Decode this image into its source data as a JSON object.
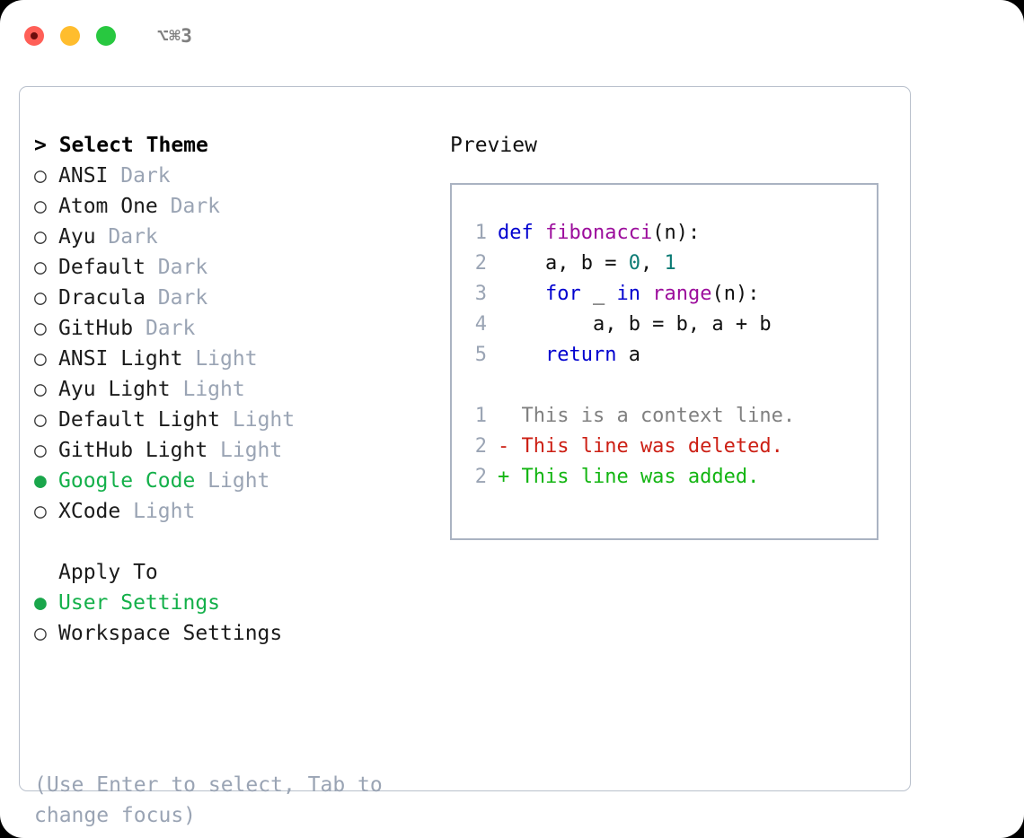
{
  "titlebar": {
    "buttons": [
      {
        "name": "close",
        "color": "#ff5f57"
      },
      {
        "name": "minimize",
        "color": "#ffbd2e"
      },
      {
        "name": "zoom",
        "color": "#28c840"
      }
    ],
    "shortcut": "⌥⌘3"
  },
  "theme_picker": {
    "header": "> Select Theme",
    "items": [
      {
        "marker": "○ ",
        "name": "ANSI",
        "variant": "Dark",
        "selected": false
      },
      {
        "marker": "○ ",
        "name": "Atom One",
        "variant": "Dark",
        "selected": false
      },
      {
        "marker": "○ ",
        "name": "Ayu",
        "variant": "Dark",
        "selected": false
      },
      {
        "marker": "○ ",
        "name": "Default",
        "variant": "Dark",
        "selected": false
      },
      {
        "marker": "○ ",
        "name": "Dracula",
        "variant": "Dark",
        "selected": false
      },
      {
        "marker": "○ ",
        "name": "GitHub",
        "variant": "Dark",
        "selected": false
      },
      {
        "marker": "○ ",
        "name": "ANSI Light",
        "variant": "Light",
        "selected": false
      },
      {
        "marker": "○ ",
        "name": "Ayu Light",
        "variant": "Light",
        "selected": false
      },
      {
        "marker": "○ ",
        "name": "Default Light",
        "variant": "Light",
        "selected": false
      },
      {
        "marker": "○ ",
        "name": "GitHub Light",
        "variant": "Light",
        "selected": false
      },
      {
        "marker": "● ",
        "name": "Google Code",
        "variant": "Light",
        "selected": true
      },
      {
        "marker": "○ ",
        "name": "XCode",
        "variant": "Light",
        "selected": false
      }
    ]
  },
  "apply_to": {
    "header": "Apply To",
    "items": [
      {
        "marker": "● ",
        "name": "User Settings",
        "selected": true
      },
      {
        "marker": "○ ",
        "name": "Workspace Settings",
        "selected": false
      }
    ]
  },
  "hint": "(Use Enter to select, Tab to change focus)",
  "preview": {
    "title": "Preview",
    "code_lines": [
      {
        "num": "1",
        "tokens": [
          {
            "t": "def",
            "c": "kw"
          },
          {
            "t": " ",
            "c": "pl"
          },
          {
            "t": "fibonacci",
            "c": "fn"
          },
          {
            "t": "(n):",
            "c": "pl"
          }
        ]
      },
      {
        "num": "2",
        "tokens": [
          {
            "t": "    a, b = ",
            "c": "pl"
          },
          {
            "t": "0",
            "c": "num"
          },
          {
            "t": ", ",
            "c": "pl"
          },
          {
            "t": "1",
            "c": "num"
          }
        ]
      },
      {
        "num": "3",
        "tokens": [
          {
            "t": "    ",
            "c": "pl"
          },
          {
            "t": "for",
            "c": "kw"
          },
          {
            "t": " _ ",
            "c": "pl"
          },
          {
            "t": "in",
            "c": "kw"
          },
          {
            "t": " ",
            "c": "pl"
          },
          {
            "t": "range",
            "c": "fn"
          },
          {
            "t": "(n):",
            "c": "pl"
          }
        ]
      },
      {
        "num": "4",
        "tokens": [
          {
            "t": "        a, b = b, a + b",
            "c": "pl"
          }
        ]
      },
      {
        "num": "5",
        "tokens": [
          {
            "t": "    ",
            "c": "pl"
          },
          {
            "t": "return",
            "c": "kw"
          },
          {
            "t": " a",
            "c": "pl"
          }
        ]
      }
    ],
    "diff_lines": [
      {
        "num": "1",
        "text": "  This is a context line.",
        "kind": "ctx"
      },
      {
        "num": "2",
        "text": "- This line was deleted.",
        "kind": "del"
      },
      {
        "num": "2",
        "text": "+ This line was added.",
        "kind": "add"
      }
    ]
  },
  "colors": {
    "selected_green": "#14b04a",
    "muted": "#9aa4b4",
    "keyword": "#0000cf",
    "function": "#9c0d9c",
    "number": "#0b7b74",
    "diff_delete": "#cc1f14",
    "diff_add": "#13b512",
    "panel_border": "#b9c0cc",
    "preview_border": "#aab3c2"
  }
}
